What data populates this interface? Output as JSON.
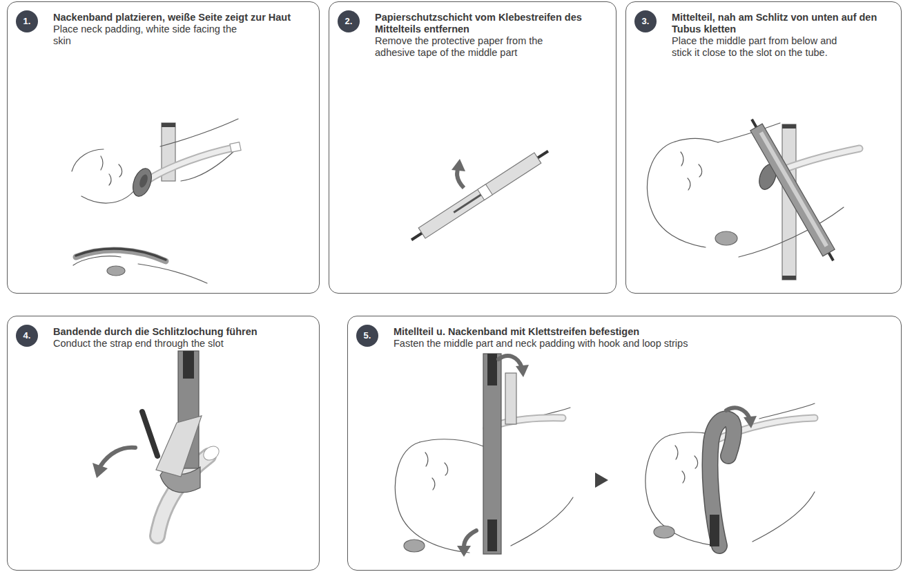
{
  "diagram": {
    "nodes": [
      {
        "text": [
          "Nackenband platzieren, weiße Seite zeigt zur Haut",
          "Place neck padding, white side facing the skin"
        ]
      },
      {
        "text": [
          "1."
        ],
        "in": 0
      },
      {
        "text": [
          "Papierschutzschicht vom Klebestreifen des Mittelteils entfernen",
          "Remove the protective paper from the adhesive tape of the middle part"
        ]
      },
      {
        "text": [
          "2."
        ],
        "in": 2
      },
      {
        "text": [
          "Mittelteil, nah am Schlitz von unten auf den Tubus kletten",
          "Place the middle part from below and stick it close to the slot on the tube."
        ]
      },
      {
        "text": [
          "3."
        ],
        "in": 4
      },
      {
        "text": [
          "Bandende durch die Schlitzlochung führen",
          "Conduct the strap end through the slot"
        ]
      },
      {
        "text": [
          "4."
        ],
        "in": 6
      },
      {
        "text": [
          "Mitellteil u. Nackenband mit Klettstreifen befestigen",
          "Fasten the middle part and neck padding with hook and loop strips"
        ]
      },
      {
        "text": [
          "5."
        ],
        "in": 8
      }
    ]
  }
}
